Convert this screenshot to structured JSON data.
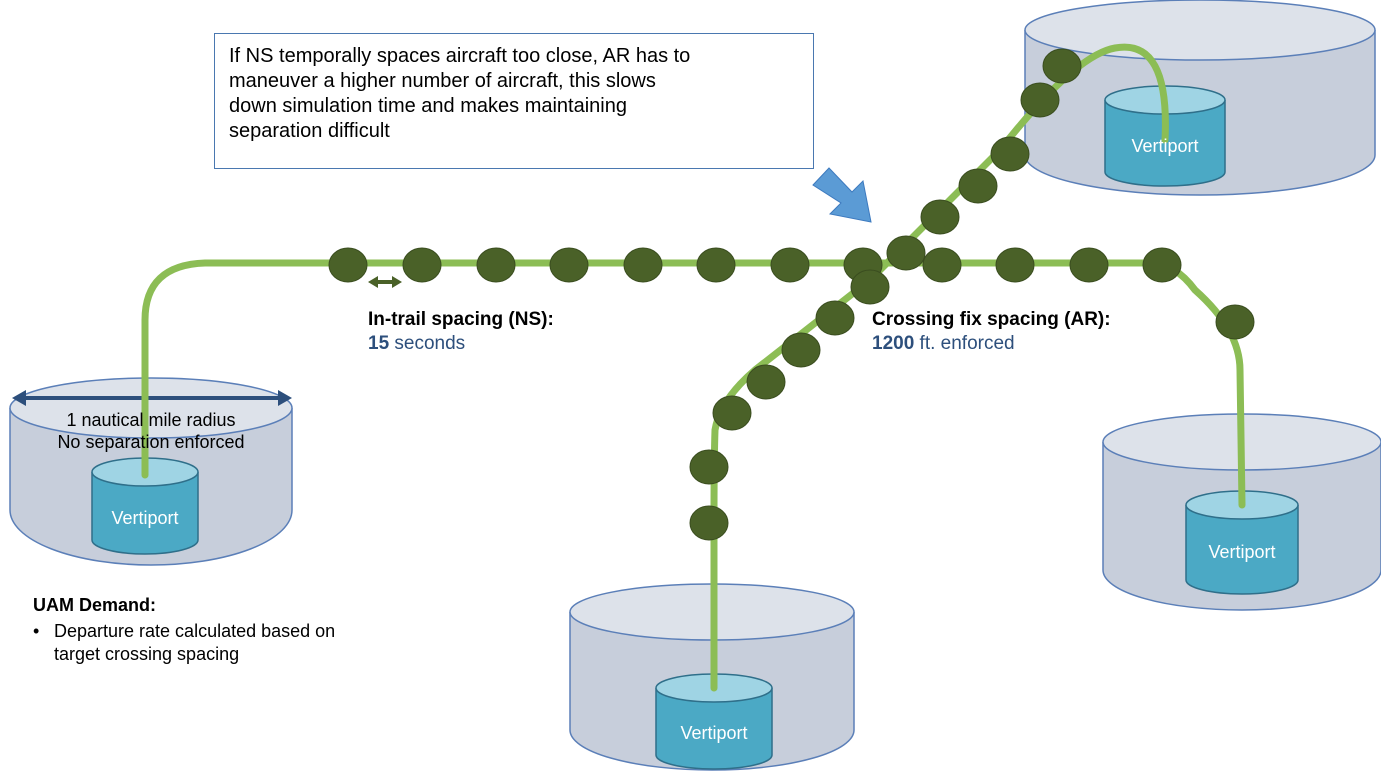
{
  "callout": {
    "text": "If NS temporally spaces aircraft too close, AR has to\nmaneuver a higher number of aircraft, this slows\ndown simulation time and makes maintaining\nseparation difficult"
  },
  "vertiport_label": "Vertiport",
  "radius_label": {
    "line1": "1 nautical mile radius",
    "line2": "No separation enforced"
  },
  "in_trail": {
    "title": "In-trail spacing (NS):",
    "value": "15",
    "unit": " seconds"
  },
  "crossing": {
    "title": "Crossing fix spacing (AR):",
    "value": "1200",
    "unit": " ft. enforced"
  },
  "demand": {
    "title": "UAM Demand:",
    "bullet": "•",
    "text": "Departure rate calculated based on\ntarget crossing spacing"
  },
  "colors": {
    "route": "#8cbd55",
    "aircraft": "#4a6128",
    "cylinder_fill": "#c7cedb",
    "cylinder_stroke": "#5b7fb8",
    "vertiport_fill": "#4ba9c5",
    "arrow": "#5b9bd5",
    "highlight": "#2d4f7c"
  }
}
